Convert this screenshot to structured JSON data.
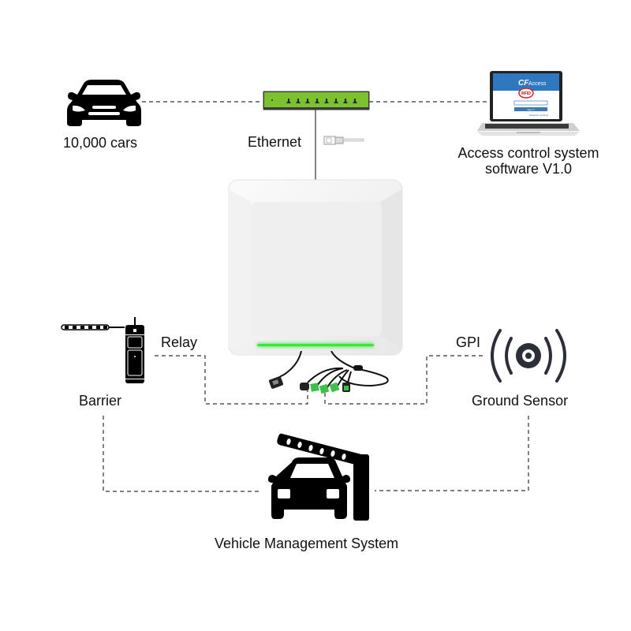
{
  "nodes": {
    "cars": {
      "label": "10,000 cars",
      "icon": "car-front-icon"
    },
    "switch": {
      "label": "Ethernet",
      "icon": "network-switch-icon",
      "color": "#7cc12e"
    },
    "software": {
      "label_line1": "Access control system",
      "label_line2": "software V1.0",
      "icon": "laptop-icon",
      "screen": {
        "brand": "CF",
        "brand_suffix": "Access",
        "badge": "RFID",
        "button": "Sign In",
        "link": "Database Settings"
      }
    },
    "reader": {
      "icon": "rfid-reader-icon",
      "led_color": "#39e63a"
    },
    "barrier": {
      "label": "Barrier",
      "link_label": "Relay",
      "icon": "barrier-gate-icon"
    },
    "ground_sensor": {
      "label": "Ground Sensor",
      "link_label": "GPI",
      "icon": "ground-sensor-icon"
    },
    "vms": {
      "label": "Vehicle Management System",
      "icon": "car-barrier-icon"
    }
  }
}
